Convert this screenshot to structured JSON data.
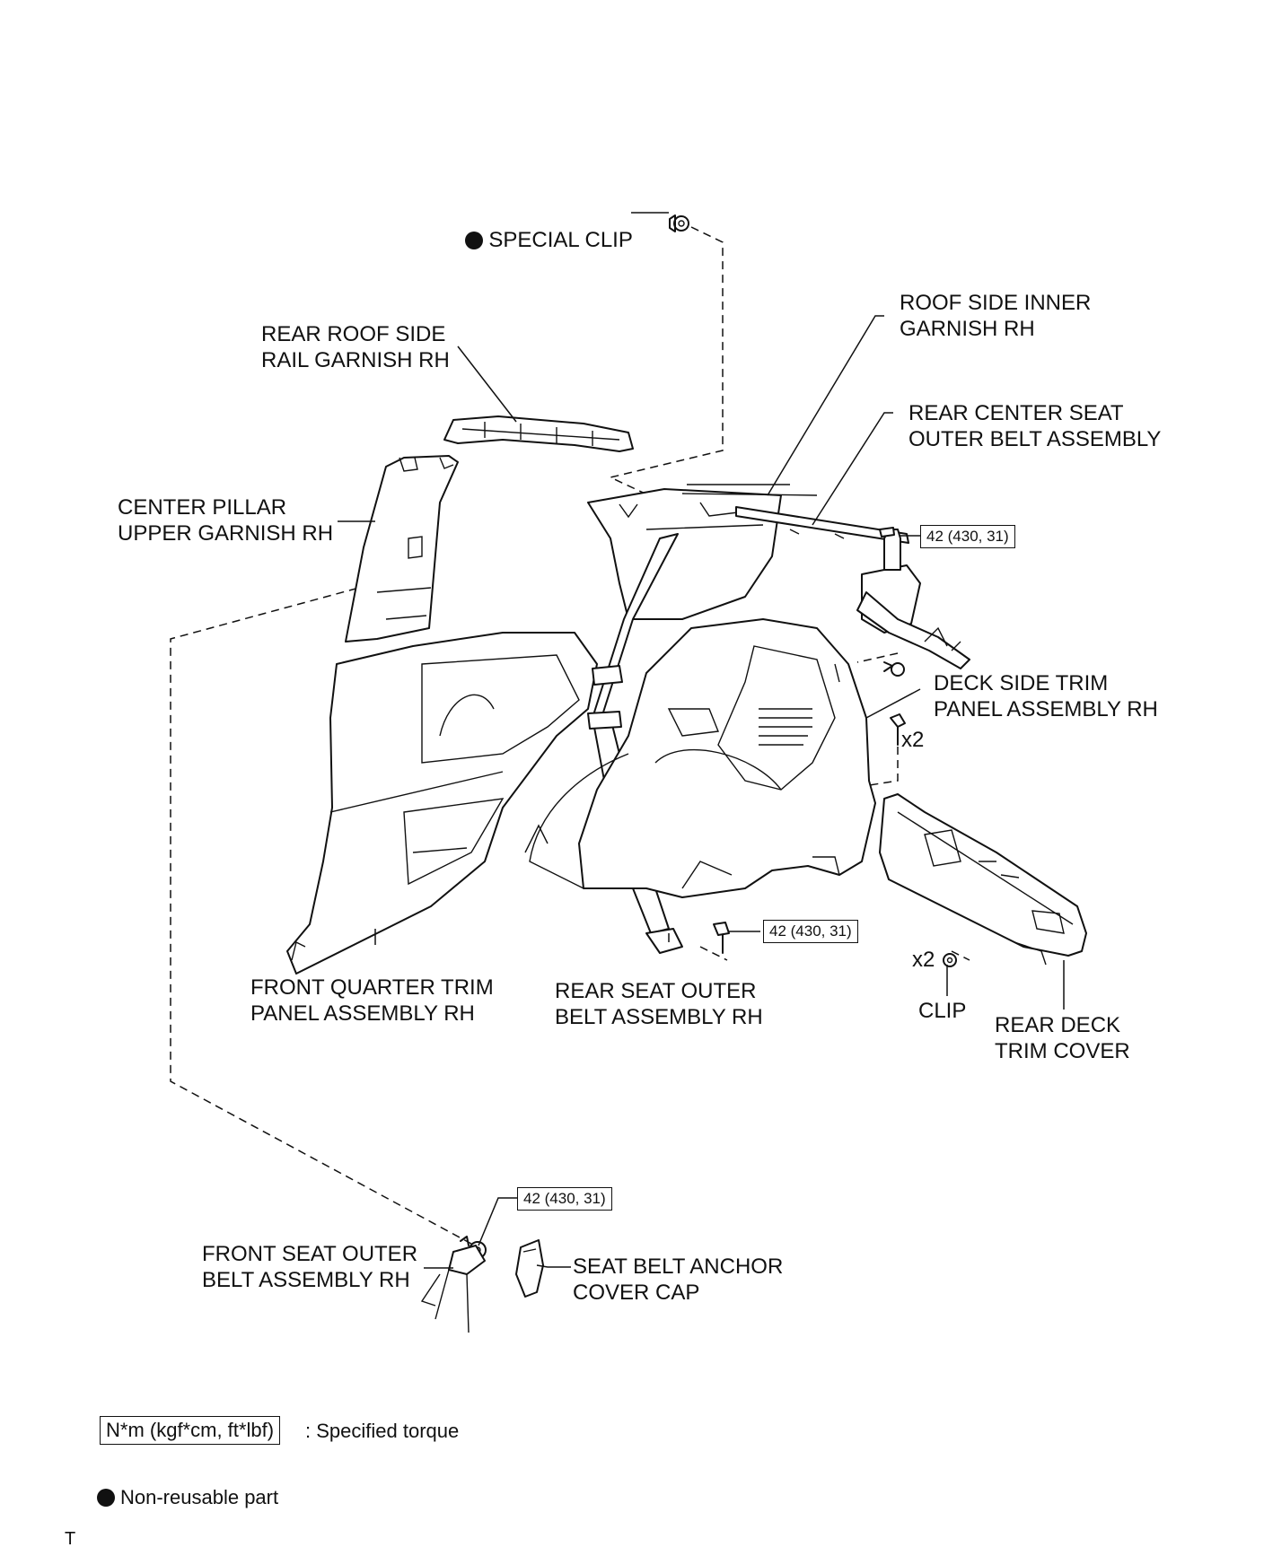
{
  "labels": {
    "special_clip": "SPECIAL CLIP",
    "rear_roof_side_rail_garnish": "REAR ROOF SIDE\nRAIL GARNISH RH",
    "roof_side_inner_garnish": "ROOF SIDE INNER\nGARNISH RH",
    "rear_center_seat_outer_belt": "REAR CENTER SEAT\nOUTER BELT ASSEMBLY",
    "center_pillar_upper_garnish": "CENTER PILLAR\nUPPER GARNISH RH",
    "deck_side_trim_panel": "DECK SIDE TRIM\nPANEL ASSEMBLY RH",
    "front_quarter_trim_panel": "FRONT QUARTER TRIM\nPANEL ASSEMBLY RH",
    "rear_seat_outer_belt": "REAR SEAT OUTER\nBELT ASSEMBLY RH",
    "clip": "CLIP",
    "rear_deck_trim_cover": "REAR DECK\nTRIM COVER",
    "front_seat_outer_belt": "FRONT SEAT OUTER\nBELT ASSEMBLY RH",
    "seat_belt_anchor_cover_cap": "SEAT BELT ANCHOR\nCOVER CAP"
  },
  "quantities": {
    "deck_side_bolts": "x2",
    "clips": "x2"
  },
  "torques": {
    "rear_center_belt_bolt": "42 (430, 31)",
    "rear_seat_belt_bolt": "42 (430, 31)",
    "front_seat_belt_bolt": "42 (430, 31)"
  },
  "legend": {
    "torque_unit": "N*m (kgf*cm, ft*lbf)",
    "torque_desc": ": Specified torque",
    "non_reusable": "Non-reusable part"
  },
  "footer": {
    "mark": "T"
  }
}
